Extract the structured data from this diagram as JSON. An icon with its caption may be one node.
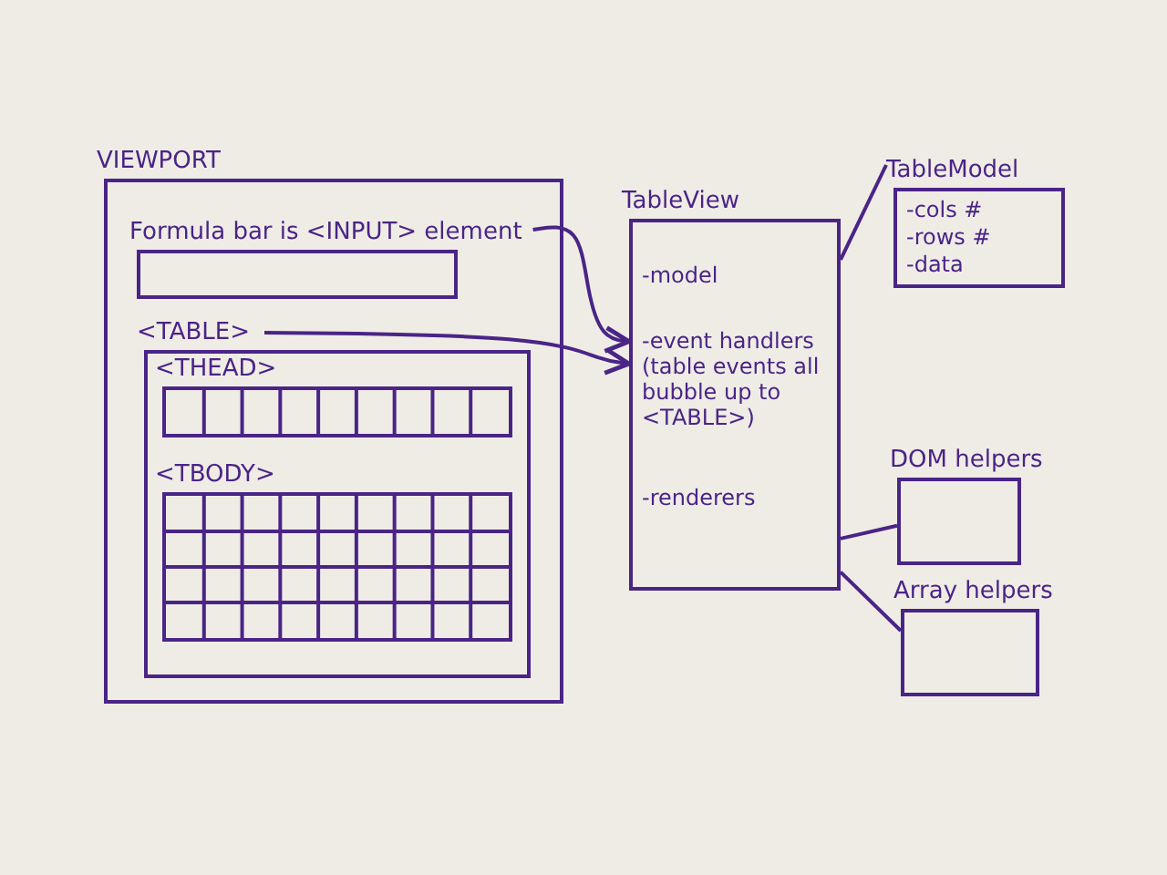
{
  "diagram": {
    "nodes": [
      {
        "text": [
          "VIEWPORT"
        ]
      },
      {
        "text": [
          "Formula bar is <INPUT> element"
        ],
        "in": 0
      },
      {
        "text": [
          "<TABLE>"
        ],
        "in": 0
      },
      {
        "text": [
          "<THEAD>"
        ],
        "in": 2
      },
      {
        "text": [
          "<TBODY>"
        ],
        "in": 2
      },
      {
        "text": [
          "TableView",
          "-model",
          "-event handlers (table events all bubble up to <TABLE>)",
          "-renderers"
        ]
      },
      {
        "text": [
          "TableModel",
          "-cols #",
          "-rows #",
          "-data"
        ]
      },
      {
        "text": [
          "DOM helpers"
        ]
      },
      {
        "text": [
          "Array helpers"
        ]
      }
    ],
    "edges": [
      {
        "from": 1,
        "to": 5,
        "arrow": "to"
      },
      {
        "from": 2,
        "to": 5,
        "arrow": "to"
      },
      {
        "from": 5,
        "to": 6,
        "arrow": "none"
      },
      {
        "from": 5,
        "to": 7,
        "arrow": "none"
      },
      {
        "from": 5,
        "to": 8,
        "arrow": "none"
      }
    ]
  }
}
